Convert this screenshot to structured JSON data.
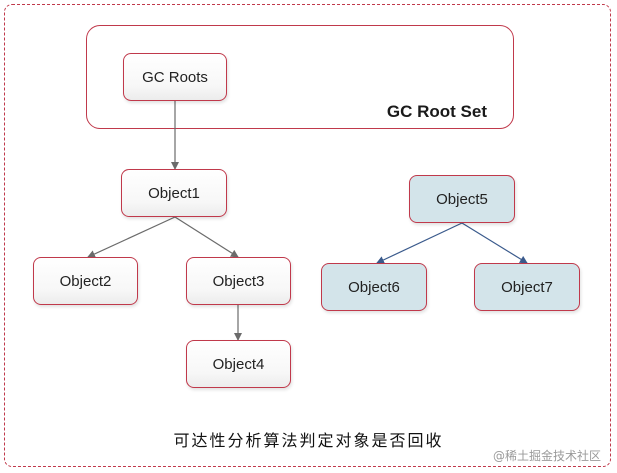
{
  "root_set": {
    "label": "GC Root Set"
  },
  "nodes": {
    "gc_roots": "GC Roots",
    "object1": "Object1",
    "object2": "Object2",
    "object3": "Object3",
    "object4": "Object4",
    "object5": "Object5",
    "object6": "Object6",
    "object7": "Object7"
  },
  "edges": [
    {
      "from": "GC Roots",
      "to": "Object1"
    },
    {
      "from": "Object1",
      "to": "Object2"
    },
    {
      "from": "Object1",
      "to": "Object3"
    },
    {
      "from": "Object3",
      "to": "Object4"
    },
    {
      "from": "Object5",
      "to": "Object6"
    },
    {
      "from": "Object5",
      "to": "Object7"
    }
  ],
  "caption": "可达性分析算法判定对象是否回收",
  "watermark": "@稀土掘金技术社区",
  "colors": {
    "border": "#c0394b",
    "reachable_fill": "#f7f7f7",
    "unreachable_fill": "#d3e4ea",
    "reachable_edge": "#6b6b6b",
    "unreachable_edge": "#3a5a8c"
  }
}
